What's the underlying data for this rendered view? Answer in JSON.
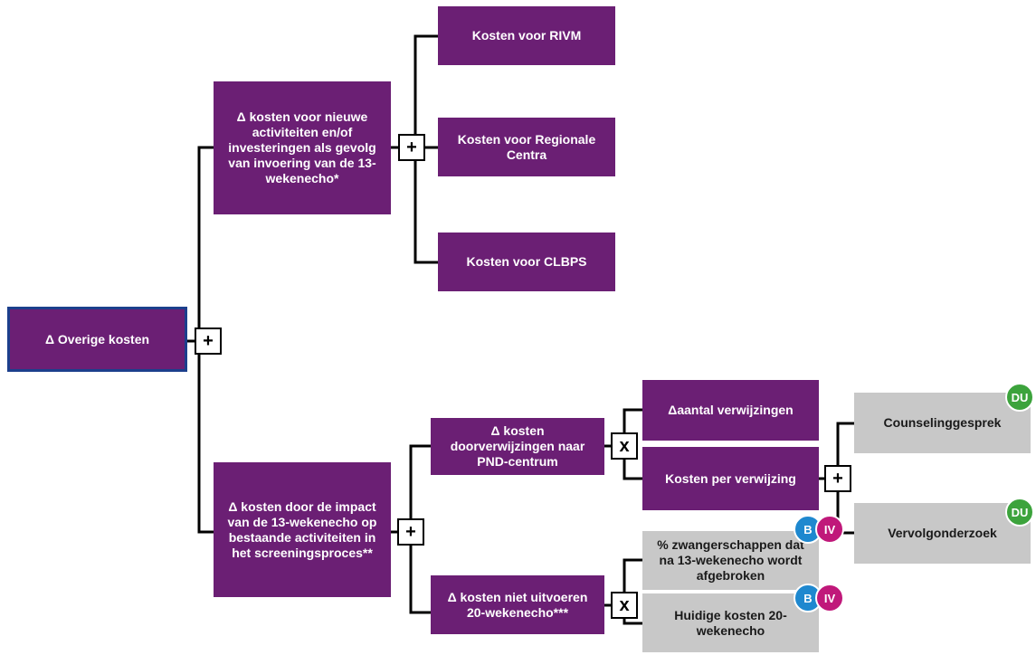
{
  "nodes": {
    "root": "Δ Overige kosten",
    "new_activities": "Δ kosten voor nieuwe activiteiten en/of investeringen als gevolg van invoering van de 13-wekenecho*",
    "rivm": "Kosten voor RIVM",
    "regional": "Kosten voor Regionale Centra",
    "clbps": "Kosten voor CLBPS",
    "impact": "Δ kosten door de impact van de 13-wekenecho op bestaande activiteiten in het screeningsproces**",
    "referrals": "Δ kosten doorverwijzingen naar PND-centrum",
    "not_20": "Δ kosten niet uitvoeren 20-wekenecho***",
    "num_referrals": "Δaantal verwijzingen",
    "cost_per_referral": "Kosten per verwijzing",
    "counseling": "Counselinggesprek",
    "followup": "Vervolgonderzoek",
    "pct_aborted": "% zwangerschappen dat na 13-wekenecho wordt afgebroken",
    "current_cost_20": "Huidige kosten 20-wekenecho"
  },
  "operators": {
    "plus": "+",
    "times": "x"
  },
  "badges": {
    "du": "DU",
    "b": "B",
    "iv": "IV"
  },
  "colors": {
    "node_purple": "#6b1f74",
    "node_gray": "#c8c8c8",
    "root_border": "#1c3f8c",
    "badge_du": "#3ca33c",
    "badge_b": "#1e88cf",
    "badge_iv": "#c0187a"
  }
}
